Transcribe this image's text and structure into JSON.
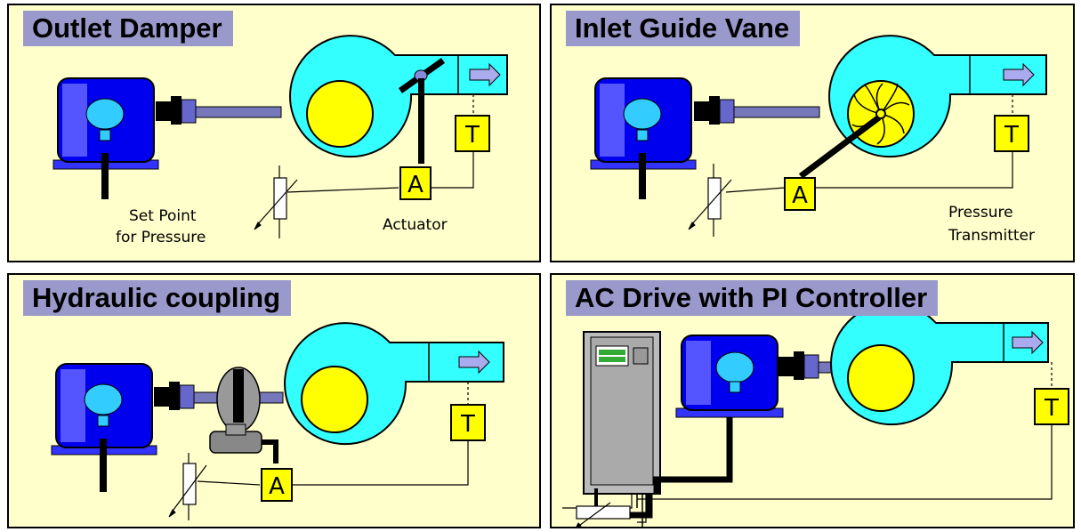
{
  "panels": {
    "outlet": {
      "title": "Outlet Damper",
      "setpoint_line1": "Set Point",
      "setpoint_line2": "for Pressure",
      "actuator": "Actuator",
      "actuator_box": "A",
      "transmitter_box": "T"
    },
    "inlet": {
      "title": "Inlet Guide Vane",
      "transmitter_line1": "Pressure",
      "transmitter_line2": "Transmitter",
      "actuator_box": "A",
      "transmitter_box": "T"
    },
    "hydraulic": {
      "title": "Hydraulic coupling",
      "actuator_box": "A",
      "transmitter_box": "T"
    },
    "acdrive": {
      "title": "AC Drive with PI Controller",
      "transmitter_box": "T"
    }
  },
  "colors": {
    "panel_bg": "#ffffcc",
    "title_bg": "#9999cc",
    "motor_blue": "#0000ee",
    "fan_cyan": "#33ffff",
    "impeller_yellow": "#ffff00",
    "shaft_blue": "#7777bb"
  }
}
